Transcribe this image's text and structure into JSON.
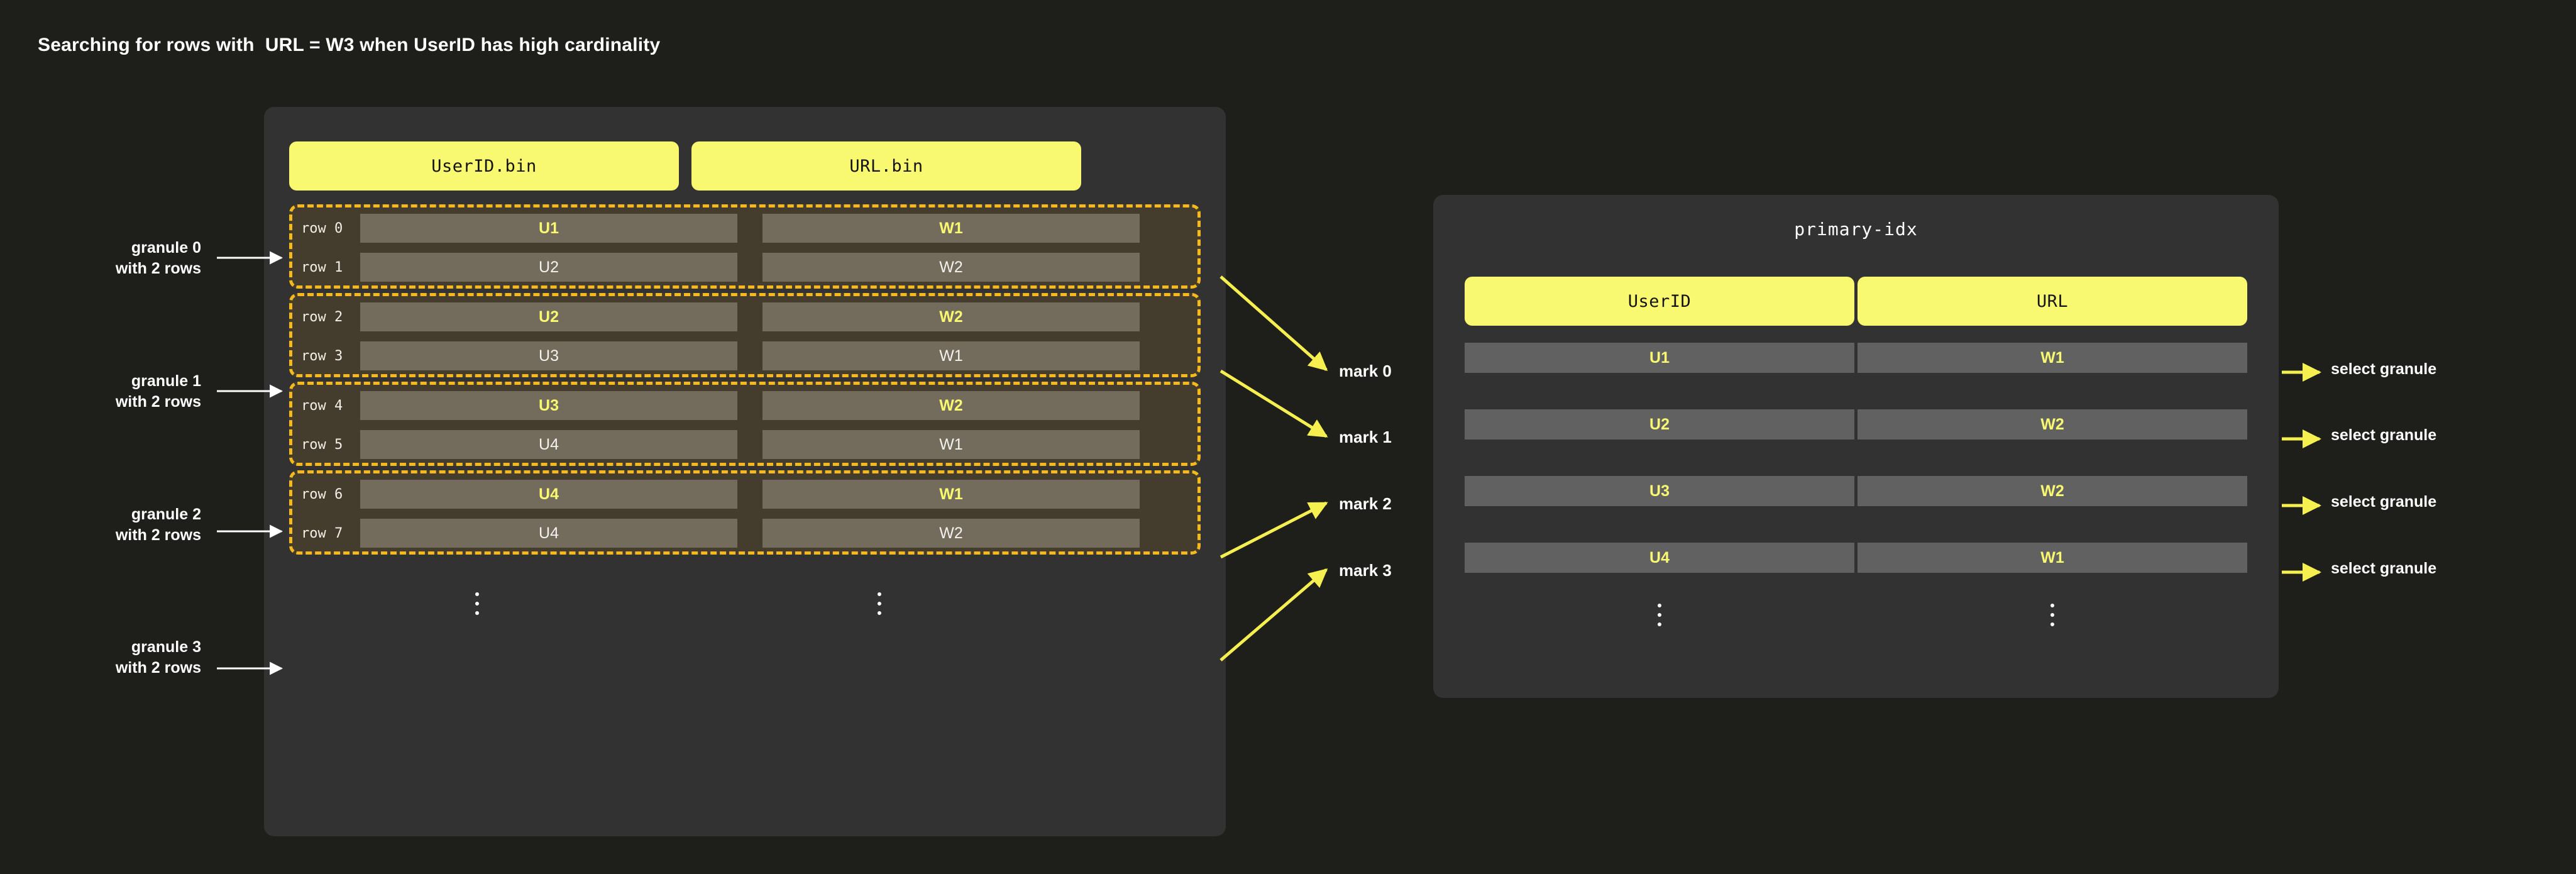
{
  "title": "Searching for rows with  URL = W3 when UserID has high cardinality",
  "accent": {
    "yellow": "#f9f871",
    "dashed_border": "#f5b91e",
    "arrow_yellow": "#f5f04f",
    "arrow_white": "#ffffff",
    "page_bg": "#1e1e1b",
    "panel_bg": "#323232",
    "granule_bg": "#443c2c",
    "data_cell_bg": "#736c5c",
    "index_cell_bg": "#616161"
  },
  "data_panel": {
    "columns": [
      "UserID.bin",
      "URL.bin"
    ],
    "rows": [
      {
        "label": "row 0",
        "userid": "U1",
        "url": "W1",
        "highlighted": true
      },
      {
        "label": "row 1",
        "userid": "U2",
        "url": "W2",
        "highlighted": false
      },
      {
        "label": "row 2",
        "userid": "U2",
        "url": "W2",
        "highlighted": true
      },
      {
        "label": "row 3",
        "userid": "U3",
        "url": "W1",
        "highlighted": false
      },
      {
        "label": "row 4",
        "userid": "U3",
        "url": "W2",
        "highlighted": true
      },
      {
        "label": "row 5",
        "userid": "U4",
        "url": "W1",
        "highlighted": false
      },
      {
        "label": "row 6",
        "userid": "U4",
        "url": "W1",
        "highlighted": true
      },
      {
        "label": "row 7",
        "userid": "U4",
        "url": "W2",
        "highlighted": false
      }
    ],
    "ellipsis": "vertical-ellipsis"
  },
  "granule_labels": [
    "granule 0\nwith 2 rows",
    "granule 1\nwith 2 rows",
    "granule 2\nwith 2 rows",
    "granule 3\nwith 2 rows"
  ],
  "mark_labels": [
    "mark 0",
    "mark 1",
    "mark 2",
    "mark 3"
  ],
  "index_panel": {
    "title": "primary-idx",
    "columns": [
      "UserID",
      "URL"
    ],
    "rows": [
      {
        "userid": "U1",
        "url": "W1"
      },
      {
        "userid": "U2",
        "url": "W2"
      },
      {
        "userid": "U3",
        "url": "W2"
      },
      {
        "userid": "U4",
        "url": "W1"
      }
    ],
    "ellipsis": "vertical-ellipsis"
  },
  "select_labels": [
    "select granule",
    "select granule",
    "select granule",
    "select granule"
  ]
}
